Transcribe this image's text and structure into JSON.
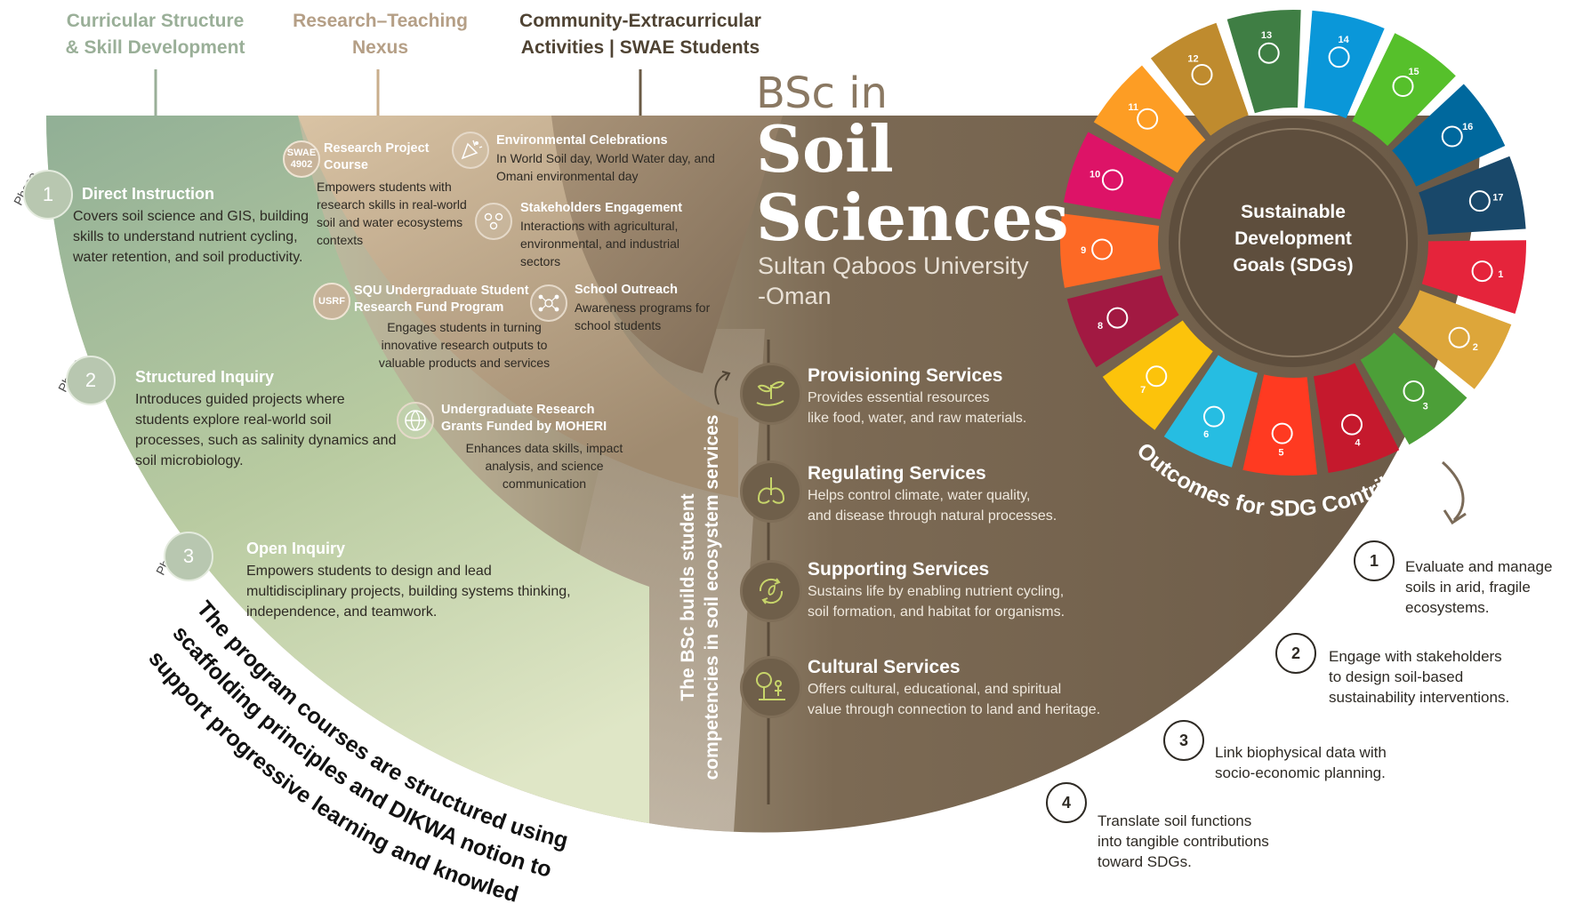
{
  "columns": [
    {
      "title": "Curricular Structure\n& Skill Development",
      "color": "#9aaf98"
    },
    {
      "title": "Research–Teaching\nNexus",
      "color": "#b59f86"
    },
    {
      "title": "Community-Extracurricular\nActivities | SWAE Students",
      "color": "#4f4333"
    }
  ],
  "brand": {
    "line1": "BSc in",
    "line2": "Soil",
    "line3": "Sciences",
    "line4": "Sultan Qaboos University",
    "line5": "-Oman"
  },
  "phase_label": "Phase",
  "phases": [
    {
      "num": "1",
      "title": "Direct Instruction",
      "text": "Covers soil science and GIS, building skills to understand nutrient cycling, water retention, and soil productivity."
    },
    {
      "num": "2",
      "title": "Structured Inquiry",
      "text": "Introduces guided projects where students explore real-world soil processes, such as salinity dynamics and soil microbiology."
    },
    {
      "num": "3",
      "title": "Open Inquiry",
      "text": "Empowers students to design and lead multidisciplinary projects, building systems thinking, independence, and teamwork."
    }
  ],
  "research": [
    {
      "badge": "SWAE\n4902",
      "title": "Research Project\nCourse",
      "text": "Empowers students with research skills in real-world soil and water ecosystems contexts"
    },
    {
      "badge": "USRF",
      "title": "SQU Undergraduate Student\nResearch Fund Program",
      "text": "Engages students in turning innovative research outputs to valuable products and services"
    },
    {
      "icon": "globe-icon",
      "title": "Undergraduate Research\nGrants Funded by MOHERI",
      "text": "Enhances data skills, impact analysis, and science communication"
    }
  ],
  "community": [
    {
      "icon": "celebration-icon",
      "title": "Environmental Celebrations",
      "text": "In World Soil day, World Water day, and Omani environmental day"
    },
    {
      "icon": "people-icon",
      "title": "Stakeholders Engagement",
      "text": "Interactions with agricultural, environmental, and industrial sectors"
    },
    {
      "icon": "network-icon",
      "title": "School Outreach",
      "text": "Awareness programs for school students"
    }
  ],
  "vertical_caption": "The BSc builds student\ncompetencies in soil ecosystem services",
  "services": [
    {
      "icon": "plant-hand-icon",
      "title": "Provisioning Services",
      "text": "Provides essential resources\nlike food, water, and raw materials."
    },
    {
      "icon": "lungs-leaf-icon",
      "title": "Regulating Services",
      "text": "Helps control climate, water quality,\nand disease through natural processes."
    },
    {
      "icon": "cycle-leaf-icon",
      "title": "Supporting Services",
      "text": "Sustains life by enabling nutrient cycling,\nsoil formation, and habitat for organisms."
    },
    {
      "icon": "tree-person-icon",
      "title": "Cultural Services",
      "text": "Offers cultural, educational, and spiritual\nvalue through connection to land and heritage."
    }
  ],
  "sdg": {
    "center": "Sustainable\nDevelopment\nGoals (SDGs)",
    "arc_label": "Outcomes for SDG Contribution",
    "goals": [
      {
        "n": "1",
        "color": "#e5243b"
      },
      {
        "n": "2",
        "color": "#dda63a"
      },
      {
        "n": "3",
        "color": "#4c9f38"
      },
      {
        "n": "4",
        "color": "#c5192d"
      },
      {
        "n": "5",
        "color": "#ff3a21"
      },
      {
        "n": "6",
        "color": "#26bde2"
      },
      {
        "n": "7",
        "color": "#fcc30b"
      },
      {
        "n": "8",
        "color": "#a21942"
      },
      {
        "n": "9",
        "color": "#fd6925"
      },
      {
        "n": "10",
        "color": "#dd1367"
      },
      {
        "n": "11",
        "color": "#fd9d24"
      },
      {
        "n": "12",
        "color": "#bf8b2e"
      },
      {
        "n": "13",
        "color": "#3f7e44"
      },
      {
        "n": "14",
        "color": "#0a97d9"
      },
      {
        "n": "15",
        "color": "#56c02b"
      },
      {
        "n": "16",
        "color": "#00689d"
      },
      {
        "n": "17",
        "color": "#19486a"
      }
    ]
  },
  "outcomes": [
    {
      "num": "1",
      "text": "Evaluate and manage\nsoils in arid, fragile\necosystems."
    },
    {
      "num": "2",
      "text": "Engage with stakeholders\nto design soil-based\nsustainability interventions."
    },
    {
      "num": "3",
      "text": "Link biophysical data with\nsocio-economic planning."
    },
    {
      "num": "4",
      "text": "Translate soil functions\ninto tangible contributions\ntoward SDGs."
    }
  ],
  "footer_caption": "The program courses are structured using scaffolding principles and DIKWA notion to support progressive learning and knowledge"
}
